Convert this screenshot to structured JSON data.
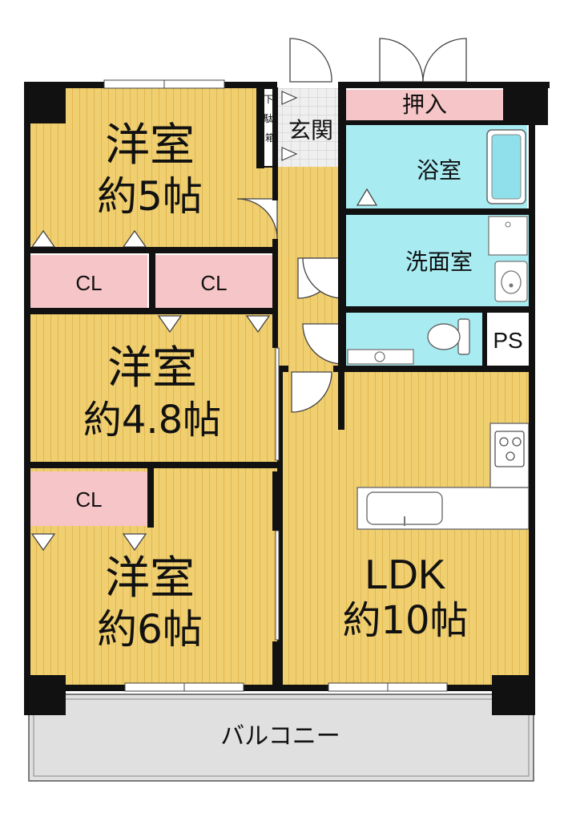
{
  "rooms": {
    "western1": {
      "name": "洋室",
      "size": "約5帖"
    },
    "western2": {
      "name": "洋室",
      "size": "約4.8帖"
    },
    "western3": {
      "name": "洋室",
      "size": "約6帖"
    },
    "ldk": {
      "name": "LDK",
      "size": "約10帖"
    }
  },
  "closets": {
    "cl1": "CL",
    "cl2": "CL",
    "cl3": "CL"
  },
  "entrance": "玄関",
  "shoe_box": "下駄箱",
  "storage": "押入",
  "bath": "浴室",
  "washroom": "洗面室",
  "ps": "PS",
  "balcony": "バルコニー",
  "colors": {
    "wood_floor": "#f0cf70",
    "wood_stripe": "#e3b955",
    "wet_area": "#a8ecf2",
    "closet": "#f6c5c7",
    "balcony": "#e0e0e0",
    "wall": "#111111"
  }
}
